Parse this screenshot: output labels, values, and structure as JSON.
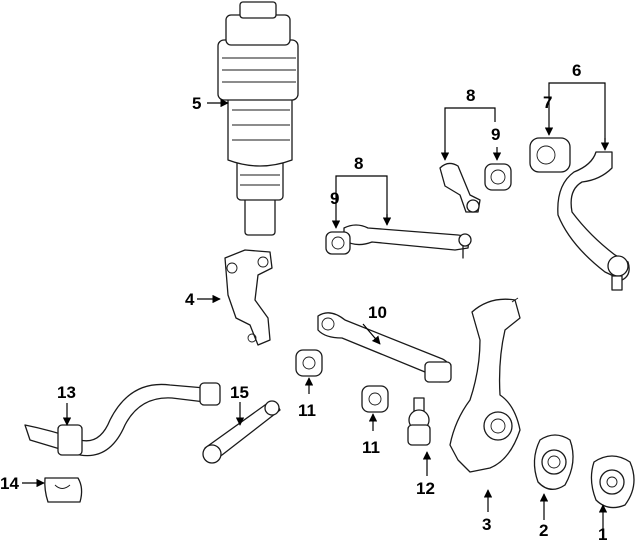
{
  "diagram": {
    "callouts": {
      "c1": "1",
      "c2": "2",
      "c3": "3",
      "c4": "4",
      "c5": "5",
      "c6": "6",
      "c7": "7",
      "c8a": "8",
      "c8b": "8",
      "c9a": "9",
      "c9b": "9",
      "c10": "10",
      "c11a": "11",
      "c11b": "11",
      "c12": "12",
      "c13": "13",
      "c14": "14",
      "c15": "15"
    }
  }
}
